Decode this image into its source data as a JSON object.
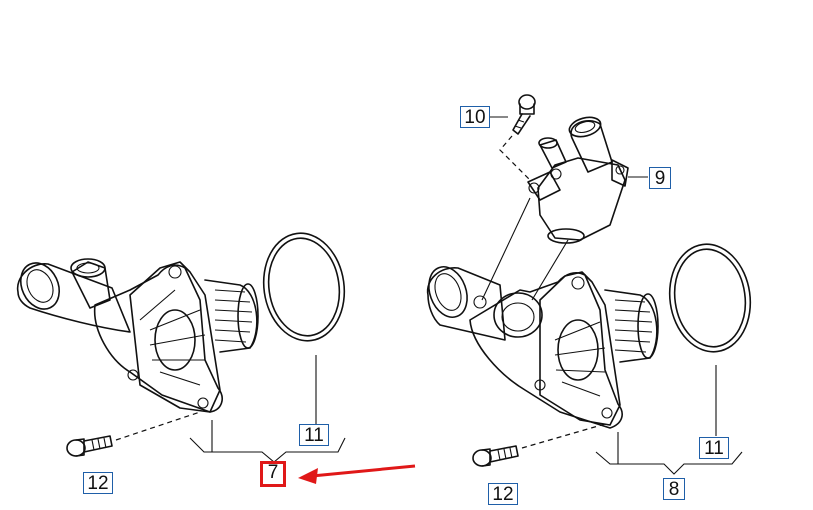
{
  "callouts": {
    "c7": "7",
    "c8": "8",
    "c9": "9",
    "c10": "10",
    "c11_left": "11",
    "c11_right": "11",
    "c12_left": "12",
    "c12_right": "12"
  },
  "colors": {
    "line": "#111111",
    "callout_border": "#1f5fa8",
    "highlight": "#e01818"
  },
  "icons": [
    "thermostat-housing-left",
    "thermostat-housing-right",
    "coolant-flange",
    "o-ring",
    "bolt",
    "arrow-pointer"
  ]
}
